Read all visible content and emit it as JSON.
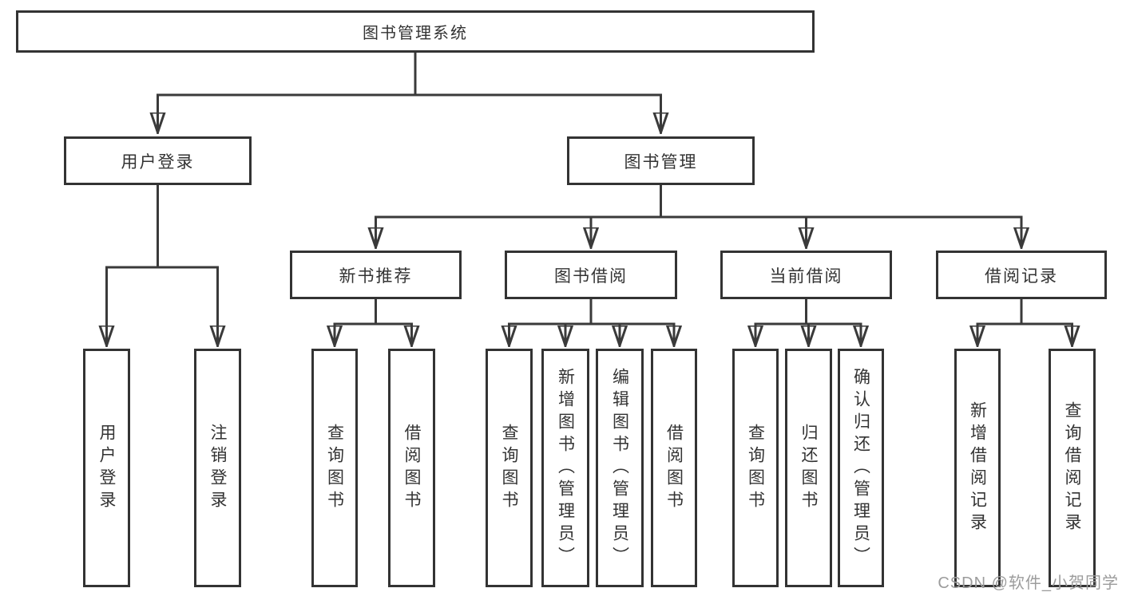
{
  "nodes": {
    "root": {
      "label": "图书管理系统"
    },
    "user_login": {
      "label": "用户登录"
    },
    "book_mgmt": {
      "label": "图书管理"
    },
    "new_book_rec": {
      "label": "新书推荐"
    },
    "book_borrow": {
      "label": "图书借阅"
    },
    "current_borrow": {
      "label": "当前借阅"
    },
    "borrow_records": {
      "label": "借阅记录"
    },
    "leaf_user_login": {
      "label": "用户登录"
    },
    "leaf_logout": {
      "label": "注销登录"
    },
    "leaf_query_book_1": {
      "label": "查询图书"
    },
    "leaf_borrow_book_1": {
      "label": "借阅图书"
    },
    "leaf_query_book_2": {
      "label": "查询图书"
    },
    "leaf_add_book": {
      "label": "新增图书（管理员）"
    },
    "leaf_edit_book": {
      "label": "编辑图书（管理员）"
    },
    "leaf_borrow_book_2": {
      "label": "借阅图书"
    },
    "leaf_query_book_3": {
      "label": "查询图书"
    },
    "leaf_return_book": {
      "label": "归还图书"
    },
    "leaf_confirm_return": {
      "label": "确认归还（管理员）"
    },
    "leaf_add_record": {
      "label": "新增借阅记录"
    },
    "leaf_query_record": {
      "label": "查询借阅记录"
    }
  },
  "hierarchy": {
    "root": [
      "user_login",
      "book_mgmt"
    ],
    "user_login": [
      "leaf_user_login",
      "leaf_logout"
    ],
    "book_mgmt": [
      "new_book_rec",
      "book_borrow",
      "current_borrow",
      "borrow_records"
    ],
    "new_book_rec": [
      "leaf_query_book_1",
      "leaf_borrow_book_1"
    ],
    "book_borrow": [
      "leaf_query_book_2",
      "leaf_add_book",
      "leaf_edit_book",
      "leaf_borrow_book_2"
    ],
    "current_borrow": [
      "leaf_query_book_3",
      "leaf_return_book",
      "leaf_confirm_return"
    ],
    "borrow_records": [
      "leaf_add_record",
      "leaf_query_record"
    ]
  },
  "watermark": {
    "text": "CSDN @软件_小贺同学"
  },
  "colors": {
    "line": "#3a3a3a",
    "box_border": "#333333",
    "text": "#333333",
    "watermark_text": "#9c9c9c",
    "background": "#ffffff"
  }
}
